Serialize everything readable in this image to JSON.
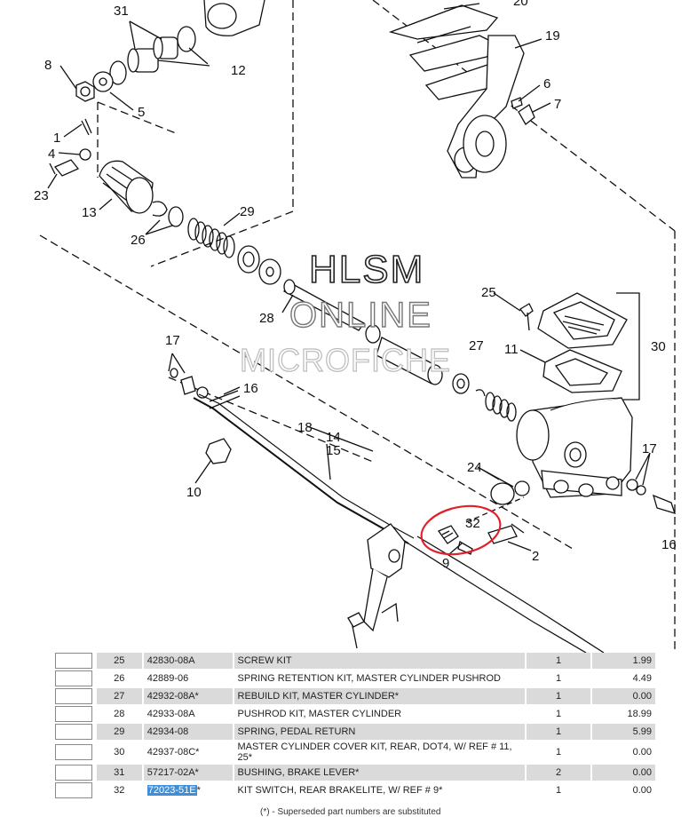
{
  "diagram": {
    "callouts": [
      "31",
      "20",
      "8",
      "12",
      "19",
      "5",
      "6",
      "1",
      "7",
      "4",
      "23",
      "13",
      "29",
      "26",
      "25",
      "30",
      "11",
      "27",
      "28",
      "17",
      "16",
      "18",
      "14",
      "15",
      "24",
      "17",
      "10",
      "32",
      "16",
      "2",
      "9"
    ],
    "watermark": [
      "HLSM",
      "ONLINE",
      "MICROFICHE"
    ],
    "highlight_color": "#e0202a"
  },
  "parts_table": {
    "rows": [
      {
        "ref": "25",
        "part": "42830-08A",
        "desc": "SCREW KIT",
        "qty": "1",
        "price": "1.99"
      },
      {
        "ref": "26",
        "part": "42889-06",
        "desc": "SPRING RETENTION KIT, MASTER CYLINDER PUSHROD",
        "qty": "1",
        "price": "4.49"
      },
      {
        "ref": "27",
        "part": "42932-08A*",
        "desc": "REBUILD KIT, MASTER CYLINDER*",
        "qty": "1",
        "price": "0.00"
      },
      {
        "ref": "28",
        "part": "42933-08A",
        "desc": "PUSHROD KIT, MASTER CYLINDER",
        "qty": "1",
        "price": "18.99"
      },
      {
        "ref": "29",
        "part": "42934-08",
        "desc": "SPRING, PEDAL RETURN",
        "qty": "1",
        "price": "5.99"
      },
      {
        "ref": "30",
        "part": "42937-08C*",
        "desc": "MASTER CYLINDER COVER KIT, REAR, DOT4, W/ REF # 11, 25*",
        "qty": "1",
        "price": "0.00"
      },
      {
        "ref": "31",
        "part": "57217-02A*",
        "desc": "BUSHING, BRAKE LEVER*",
        "qty": "2",
        "price": "0.00"
      },
      {
        "ref": "32",
        "part_highlight": "72023-51E",
        "part_suffix": "*",
        "desc": "KIT SWITCH, REAR BRAKELITE, W/ REF # 9*",
        "qty": "1",
        "price": "0.00"
      }
    ],
    "footnote": "(*) - Superseded part numbers are substituted"
  }
}
